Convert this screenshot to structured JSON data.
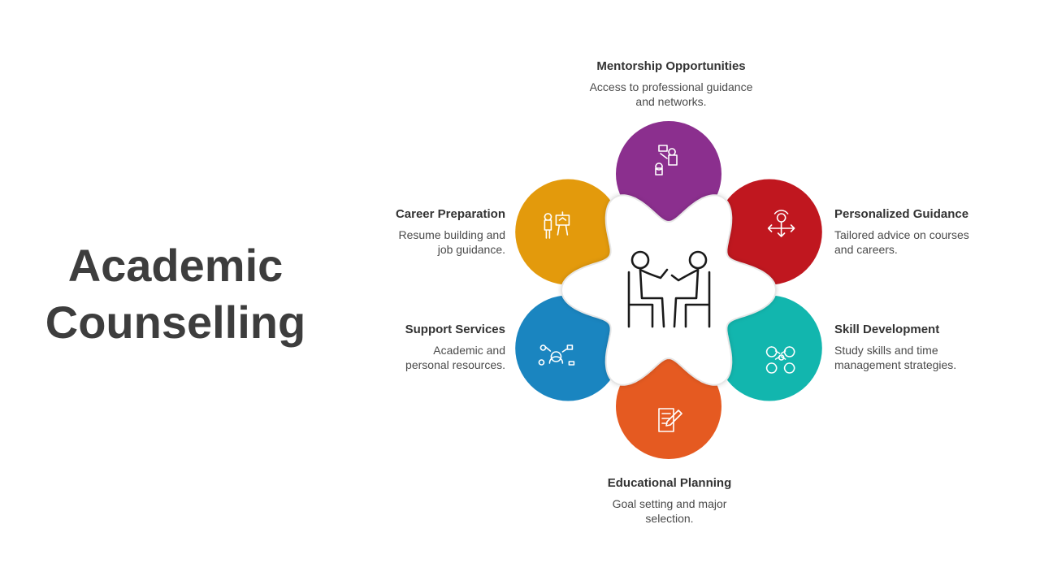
{
  "title": {
    "line1": "Academic",
    "line2": "Counselling"
  },
  "colors": {
    "mentorship": "#8b2f8e",
    "personalized": "#c0171f",
    "skill": "#12b6ae",
    "educational": "#e55a21",
    "support": "#1a85c0",
    "career": "#e39a0c"
  },
  "center_icon": "counselling-session-icon",
  "items": [
    {
      "key": "mentorship",
      "heading": "Mentorship Opportunities",
      "desc_line1": "Access to professional guidance",
      "desc_line2": "and networks.",
      "icon": "mentor-presentation-icon"
    },
    {
      "key": "personalized",
      "heading": "Personalized Guidance",
      "desc_line1": "Tailored advice on courses",
      "desc_line2": "and careers.",
      "icon": "direction-arrows-icon"
    },
    {
      "key": "skill",
      "heading": "Skill Development",
      "desc_line1": "Study skills and time",
      "desc_line2": "management strategies.",
      "icon": "skills-network-icon"
    },
    {
      "key": "educational",
      "heading": "Educational Planning",
      "desc_line1": "Goal setting and major",
      "desc_line2": "selection.",
      "icon": "notepad-pen-icon"
    },
    {
      "key": "support",
      "heading": "Support Services",
      "desc_line1": "Academic and",
      "desc_line2": "personal resources.",
      "icon": "support-network-icon"
    },
    {
      "key": "career",
      "heading": "Career Preparation",
      "desc_line1": "Resume building and",
      "desc_line2": "job guidance.",
      "icon": "career-board-icon"
    }
  ]
}
